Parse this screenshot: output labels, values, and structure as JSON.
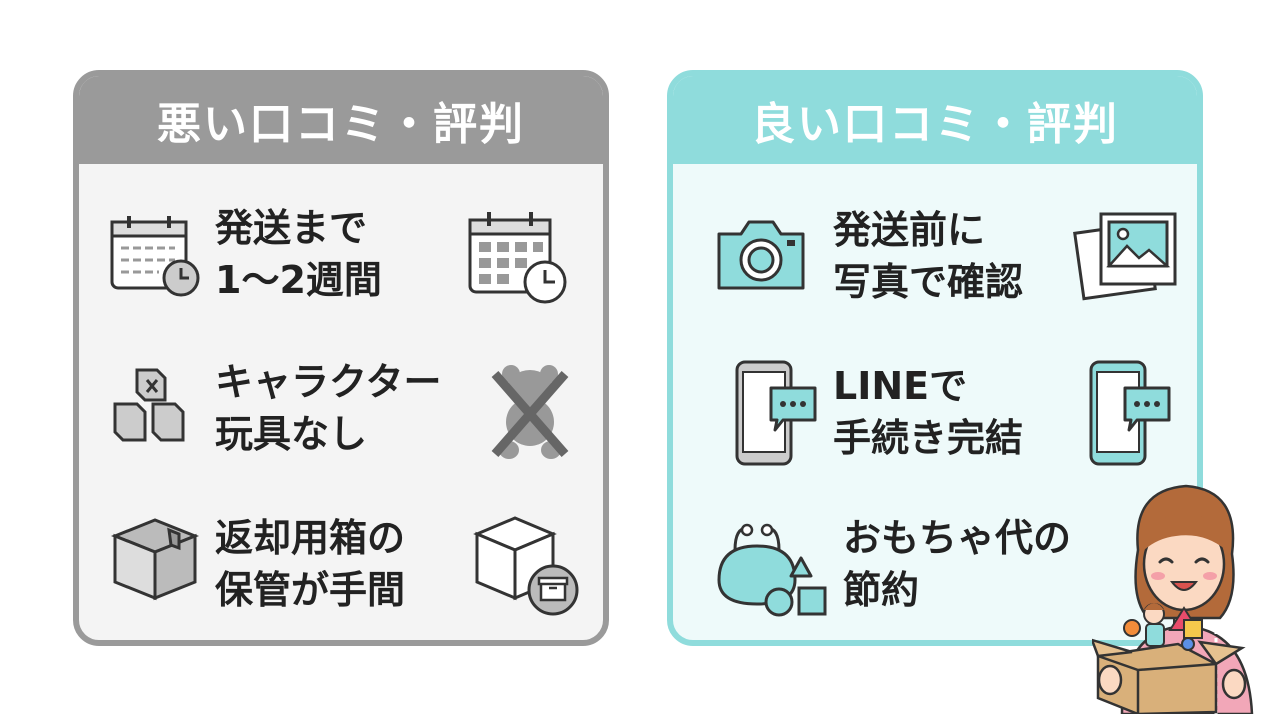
{
  "bad_panel": {
    "title": "悪い口コミ・評判",
    "items": [
      {
        "line1": "発送まで",
        "line2": "1〜2週間",
        "icon_left": "calendar-clock-icon",
        "icon_right": "calendar-clock-icon"
      },
      {
        "line1": "キャラクター",
        "line2": "玩具なし",
        "icon_left": "blocks-icon",
        "icon_right": "no-toy-icon"
      },
      {
        "line1": "返却用箱の",
        "line2": "保管が手間",
        "icon_left": "cardboard-box-icon",
        "icon_right": "box-storage-icon"
      }
    ]
  },
  "good_panel": {
    "title": "良い口コミ・評判",
    "items": [
      {
        "line1": "発送前に",
        "line2": "写真で確認",
        "icon_left": "camera-icon",
        "icon_right": "photos-icon"
      },
      {
        "line1": "LINEで",
        "line2": "手続き完結",
        "icon_left": "smartphone-chat-icon",
        "icon_right": "smartphone-chat-icon"
      },
      {
        "line1": "おもちゃ代の",
        "line2": "節約",
        "icon_left": "coin-purse-shapes-icon"
      }
    ]
  },
  "colors": {
    "bad_accent": "#9a9a9a",
    "good_accent": "#8fdcdc",
    "icon_gray": "#c8c8c8",
    "icon_teal": "#8fdcdc"
  }
}
